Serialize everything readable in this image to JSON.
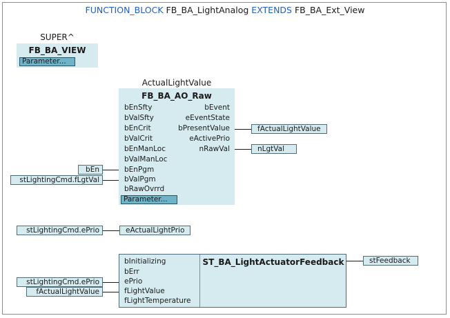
{
  "header": {
    "kw_function_block": "FUNCTION_BLOCK",
    "name": "FB_BA_LightAnalog",
    "kw_extends": "EXTENDS",
    "base": "FB_BA_Ext_View"
  },
  "super_block": {
    "instance": "SUPER^",
    "type": "FB_BA_VIEW",
    "param_button": "Parameter..."
  },
  "ao_block": {
    "instance": "ActualLightValue",
    "type": "FB_BA_AO_Raw",
    "inputs": [
      "bEnSfty",
      "bValSfty",
      "bEnCrit",
      "bValCrit",
      "bEnManLoc",
      "bValManLoc",
      "bEnPgm",
      "bValPgm",
      "bRawOvrrd"
    ],
    "outputs": [
      "bEvent",
      "eEventState",
      "bPresentValue",
      "eActivePrio",
      "nRawVal"
    ],
    "param_button": "Parameter..."
  },
  "ao_input_vars": {
    "bEnPgm": "bEn",
    "bValPgm": "stLightingCmd.fLgtVal"
  },
  "ao_output_vars": {
    "bPresentValue": "fActualLightValue",
    "nRawVal": "nLgtVal"
  },
  "assign": {
    "source": "stLightingCmd.ePrio",
    "target": "eActualLightPrio"
  },
  "feedback_block": {
    "type": "ST_BA_LightActuatorFeedback",
    "inputs": [
      "bInitializing",
      "bErr",
      "ePrio",
      "fLightValue",
      "fLightTemperature"
    ],
    "output_var": "stFeedback",
    "in_vars": {
      "ePrio": "stLightingCmd.ePrio",
      "fLightValue": "fActualLightValue"
    }
  },
  "colors": {
    "block_fill": "#d6ebf0",
    "param_fill": "#6fb3c9",
    "keyword": "#1f5fbf"
  }
}
